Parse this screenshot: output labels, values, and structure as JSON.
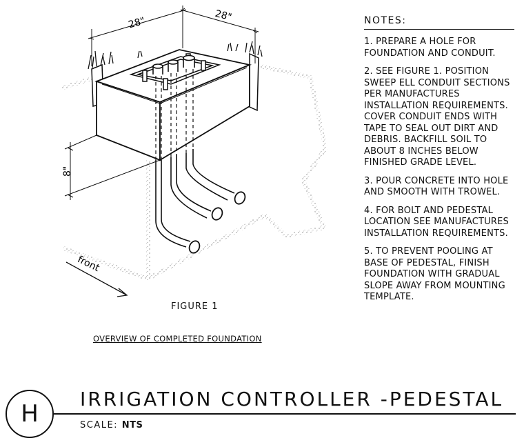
{
  "figure": {
    "dim_width_left": "28\"",
    "dim_width_right": "28\"",
    "dim_depth": "8\"",
    "front_label": "front",
    "figure_label": "FIGURE 1",
    "caption": "OVERVIEW OF COMPLETED FOUNDATION"
  },
  "notes": {
    "title": "NOTES:",
    "items": [
      "1. PREPARE A HOLE FOR\nFOUNDATION AND CONDUIT.",
      "2. SEE FIGURE 1. POSITION\nSWEEP ELL CONDUIT SECTIONS\nPER MANUFACTURES\nINSTALLATION REQUIREMENTS.\nCOVER CONDUIT ENDS WITH\nTAPE TO SEAL OUT DIRT AND\nDEBRIS. BACKFILL SOIL TO\nABOUT 8 INCHES BELOW\nFINISHED GRADE LEVEL.",
      "3. POUR CONCRETE INTO HOLE\nAND SMOOTH WITH TROWEL.",
      "4. FOR BOLT AND PEDESTAL\nLOCATION SEE MANUFACTURES\nINSTALLATION REQUIREMENTS.",
      "5. TO PREVENT POOLING AT\nBASE OF PEDESTAL, FINISH\nFOUNDATION WITH GRADUAL\nSLOPE AWAY FROM MOUNTING\nTEMPLATE."
    ]
  },
  "title_block": {
    "detail_letter": "H",
    "title": "IRRIGATION CONTROLLER -PEDESTAL",
    "scale_label": "SCALE:",
    "scale_value": "NTS"
  }
}
